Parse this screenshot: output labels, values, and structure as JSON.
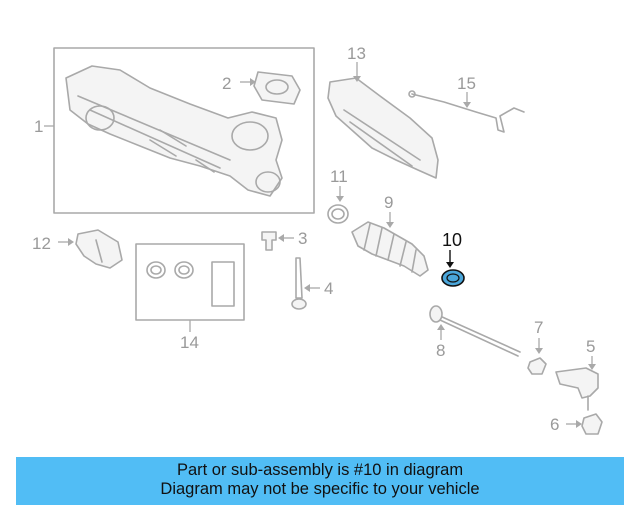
{
  "callouts": {
    "c1": "1",
    "c2": "2",
    "c3": "3",
    "c4": "4",
    "c5": "5",
    "c6": "6",
    "c7": "7",
    "c8": "8",
    "c9": "9",
    "c10": "10",
    "c11": "11",
    "c12": "12",
    "c13": "13",
    "c14": "14",
    "c15": "15"
  },
  "highlight": {
    "part": "10",
    "color": "#4aa6da"
  },
  "banner": {
    "line1": "Part or sub-assembly is #10 in diagram",
    "line2": "Diagram may not be specific to your vehicle",
    "color": "#51bdf5"
  }
}
